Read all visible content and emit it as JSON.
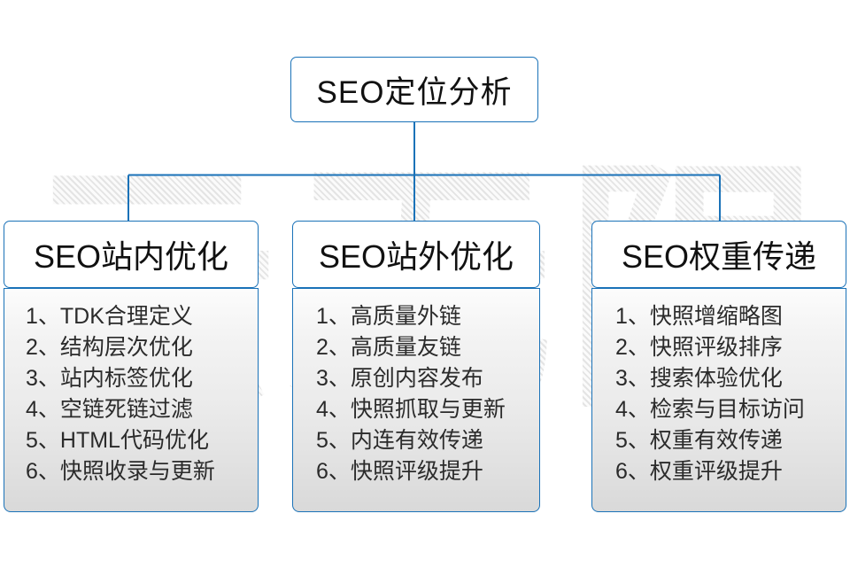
{
  "diagram": {
    "title": "SEO定位分析",
    "watermark": "云无限",
    "accent_color": "#1a72b8",
    "root": {
      "label": "SEO定位分析"
    },
    "columns": [
      {
        "id": "on-site",
        "header": "SEO站内优化",
        "items": [
          "1、TDK合理定义",
          "2、结构层次优化",
          "3、站内标签优化",
          "4、空链死链过滤",
          "5、HTML代码优化",
          "6、快照收录与更新"
        ]
      },
      {
        "id": "off-site",
        "header": "SEO站外优化",
        "items": [
          "1、高质量外链",
          "2、高质量友链",
          "3、原创内容发布",
          "4、快照抓取与更新",
          "5、内连有效传递",
          "6、快照评级提升"
        ]
      },
      {
        "id": "weight-transfer",
        "header": "SEO权重传递",
        "items": [
          "1、快照增缩略图",
          "2、快照评级排序",
          "3、搜索体验优化",
          "4、检索与目标访问",
          "5、权重有效传递",
          "6、权重评级提升"
        ]
      }
    ]
  }
}
